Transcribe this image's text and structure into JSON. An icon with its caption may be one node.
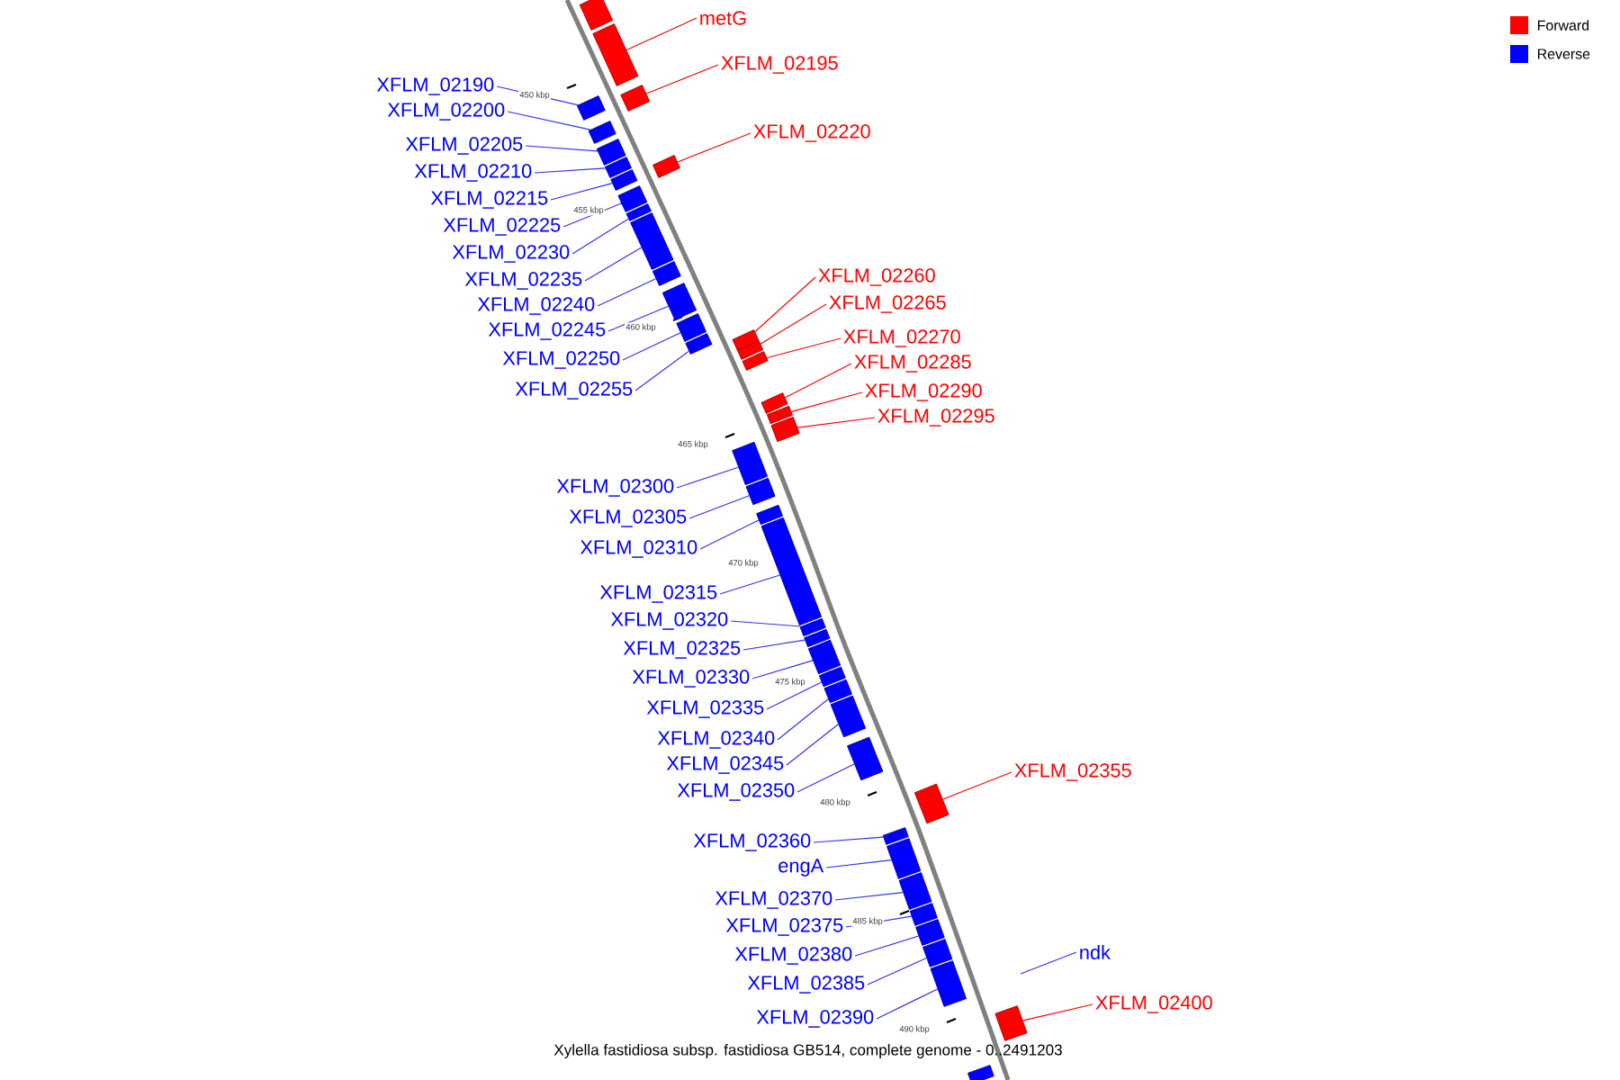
{
  "diagram": {
    "caption": "Xylella fastidiosa subsp. fastidiosa GB514, complete genome - 0..2491203",
    "nodes": [
      {
        "text": [
          "metG"
        ]
      },
      {
        "text": [
          "XFLM_02195"
        ]
      },
      {
        "text": [
          "XFLM_02190"
        ]
      },
      {
        "text": [
          "XFLM_02200"
        ]
      },
      {
        "text": [
          "XFLM_02220"
        ]
      },
      {
        "text": [
          "XFLM_02205"
        ]
      },
      {
        "text": [
          "XFLM_02210"
        ]
      },
      {
        "text": [
          "XFLM_02215"
        ]
      },
      {
        "text": [
          "XFLM_02225"
        ]
      },
      {
        "text": [
          "XFLM_02230"
        ]
      },
      {
        "text": [
          "XFLM_02235"
        ]
      },
      {
        "text": [
          "XFLM_02260"
        ]
      },
      {
        "text": [
          "XFLM_02265"
        ]
      },
      {
        "text": [
          "XFLM_02240"
        ]
      },
      {
        "text": [
          "XFLM_02245"
        ]
      },
      {
        "text": [
          "XFLM_02270"
        ]
      },
      {
        "text": [
          "XFLM_02250"
        ]
      },
      {
        "text": [
          "XFLM_02285"
        ]
      },
      {
        "text": [
          "XFLM_02255"
        ]
      },
      {
        "text": [
          "XFLM_02290"
        ]
      },
      {
        "text": [
          "XFLM_02295"
        ]
      },
      {
        "text": [
          "XFLM_02300"
        ]
      },
      {
        "text": [
          "XFLM_02305"
        ]
      },
      {
        "text": [
          "XFLM_02310"
        ]
      },
      {
        "text": [
          "XFLM_02315"
        ]
      },
      {
        "text": [
          "XFLM_02320"
        ]
      },
      {
        "text": [
          "XFLM_02325"
        ]
      },
      {
        "text": [
          "XFLM_02330"
        ]
      },
      {
        "text": [
          "XFLM_02335"
        ]
      },
      {
        "text": [
          "XFLM_02340"
        ]
      },
      {
        "text": [
          "XFLM_02345"
        ]
      },
      {
        "text": [
          "XFLM_02355"
        ]
      },
      {
        "text": [
          "XFLM_02350"
        ]
      },
      {
        "text": [
          "XFLM_02360"
        ]
      },
      {
        "text": [
          "engA"
        ]
      },
      {
        "text": [
          "XFLM_02370"
        ]
      },
      {
        "text": [
          "XFLM_02375"
        ]
      },
      {
        "text": [
          "ndk"
        ]
      },
      {
        "text": [
          "XFLM_02380"
        ]
      },
      {
        "text": [
          "XFLM_02385"
        ]
      },
      {
        "text": [
          "XFLM_02400"
        ]
      },
      {
        "text": [
          "XFLM_02390"
        ]
      },
      {
        "text": [],
        "shape": "bar"
      },
      {
        "text": [],
        "shape": "bar"
      },
      {
        "text": [],
        "shape": "bar"
      },
      {
        "text": [],
        "shape": "bar"
      },
      {
        "text": [],
        "shape": "bar"
      },
      {
        "text": [],
        "shape": "bar"
      },
      {
        "text": [],
        "shape": "bar"
      },
      {
        "text": [],
        "shape": "bar"
      },
      {
        "text": [],
        "shape": "bar"
      },
      {
        "text": [],
        "shape": "bar"
      },
      {
        "text": [],
        "shape": "bar"
      },
      {
        "text": [],
        "shape": "bar"
      },
      {
        "text": [],
        "shape": "bar"
      },
      {
        "text": [],
        "shape": "bar"
      },
      {
        "text": [],
        "shape": "bar"
      },
      {
        "text": [],
        "shape": "bar"
      },
      {
        "text": [],
        "shape": "bar"
      },
      {
        "text": [],
        "shape": "bar"
      },
      {
        "text": [],
        "shape": "bar"
      },
      {
        "text": [],
        "shape": "bar"
      },
      {
        "text": [],
        "shape": "bar"
      },
      {
        "text": [],
        "shape": "bar"
      },
      {
        "text": [],
        "shape": "bar"
      },
      {
        "text": [],
        "shape": "bar"
      },
      {
        "text": [],
        "shape": "bar"
      },
      {
        "text": [],
        "shape": "bar"
      },
      {
        "text": [],
        "shape": "bar"
      },
      {
        "text": [],
        "shape": "bar"
      },
      {
        "text": [],
        "shape": "bar"
      },
      {
        "text": [],
        "shape": "bar"
      },
      {
        "text": [],
        "shape": "bar"
      },
      {
        "text": [],
        "shape": "bar"
      },
      {
        "text": [],
        "shape": "bar"
      },
      {
        "text": [],
        "shape": "bar"
      },
      {
        "text": [],
        "shape": "bar"
      },
      {
        "text": [],
        "shape": "bar"
      },
      {
        "text": [],
        "shape": "bar"
      },
      {
        "text": [],
        "shape": "bar"
      },
      {
        "text": [],
        "shape": "bar"
      },
      {
        "text": [],
        "shape": "bar"
      },
      {
        "text": [],
        "shape": "bar"
      },
      {
        "text": [],
        "shape": "bar"
      },
      {
        "text": [],
        "shape": "bar"
      }
    ],
    "edges": [
      {
        "from": 0,
        "to": 43,
        "arrow": "none",
        "color": "#ff0000"
      },
      {
        "from": 1,
        "to": 44,
        "arrow": "none",
        "color": "#ff0000"
      },
      {
        "from": 2,
        "to": 45,
        "arrow": "none"
      },
      {
        "from": 3,
        "to": 46,
        "arrow": "none"
      },
      {
        "from": 4,
        "to": 48,
        "arrow": "none",
        "color": "#ff0000"
      },
      {
        "from": 5,
        "to": 47,
        "arrow": "none"
      },
      {
        "from": 6,
        "to": 49,
        "arrow": "none"
      },
      {
        "from": 7,
        "to": 50,
        "arrow": "none"
      },
      {
        "from": 8,
        "to": 51,
        "arrow": "none"
      },
      {
        "from": 9,
        "to": 52,
        "arrow": "none"
      },
      {
        "from": 10,
        "to": 53,
        "arrow": "none"
      },
      {
        "from": 11,
        "to": 57,
        "arrow": "none",
        "color": "#ff0000"
      },
      {
        "from": 12,
        "to": 59,
        "arrow": "none",
        "color": "#ff0000"
      },
      {
        "from": 13,
        "to": 54,
        "arrow": "none"
      },
      {
        "from": 14,
        "to": 55,
        "arrow": "none"
      },
      {
        "from": 15,
        "to": 60,
        "arrow": "none",
        "color": "#ff0000"
      },
      {
        "from": 16,
        "to": 56,
        "arrow": "none"
      },
      {
        "from": 17,
        "to": 61,
        "arrow": "none",
        "color": "#ff0000"
      },
      {
        "from": 18,
        "to": 58,
        "arrow": "none"
      },
      {
        "from": 19,
        "to": 62,
        "arrow": "none",
        "color": "#ff0000"
      },
      {
        "from": 20,
        "to": 63,
        "arrow": "none",
        "color": "#ff0000"
      },
      {
        "from": 21,
        "to": 64,
        "arrow": "none"
      },
      {
        "from": 22,
        "to": 65,
        "arrow": "none"
      },
      {
        "from": 23,
        "to": 66,
        "arrow": "none"
      },
      {
        "from": 24,
        "to": 67,
        "arrow": "none"
      },
      {
        "from": 25,
        "to": 68,
        "arrow": "none"
      },
      {
        "from": 26,
        "to": 69,
        "arrow": "none"
      },
      {
        "from": 27,
        "to": 70,
        "arrow": "none"
      },
      {
        "from": 28,
        "to": 71,
        "arrow": "none"
      },
      {
        "from": 29,
        "to": 72,
        "arrow": "none"
      },
      {
        "from": 30,
        "to": 73,
        "arrow": "none"
      },
      {
        "from": 31,
        "to": 75,
        "arrow": "none",
        "color": "#ff0000"
      },
      {
        "from": 32,
        "to": 74,
        "arrow": "none"
      },
      {
        "from": 33,
        "to": 76,
        "arrow": "none"
      },
      {
        "from": 34,
        "to": 77,
        "arrow": "none"
      },
      {
        "from": 35,
        "to": 78,
        "arrow": "none"
      },
      {
        "from": 36,
        "to": 79,
        "arrow": "none"
      },
      {
        "from": 37,
        "to": null,
        "arrow": "none"
      },
      {
        "from": 38,
        "to": 80,
        "arrow": "none"
      },
      {
        "from": 39,
        "to": 81,
        "arrow": "none"
      },
      {
        "from": 40,
        "to": 83,
        "arrow": "none",
        "color": "#ff0000"
      },
      {
        "from": 41,
        "to": 82,
        "arrow": "none"
      }
    ],
    "labels": [
      "450 kbp",
      "455 kbp",
      "460 kbp",
      "465 kbp",
      "470 kbp",
      "475 kbp",
      "480 kbp",
      "485 kbp",
      "490 kbp"
    ],
    "legend": [
      {
        "text": "Forward",
        "color": "#ff0000"
      },
      {
        "text": "Reverse",
        "color": "#0000ff"
      }
    ]
  }
}
